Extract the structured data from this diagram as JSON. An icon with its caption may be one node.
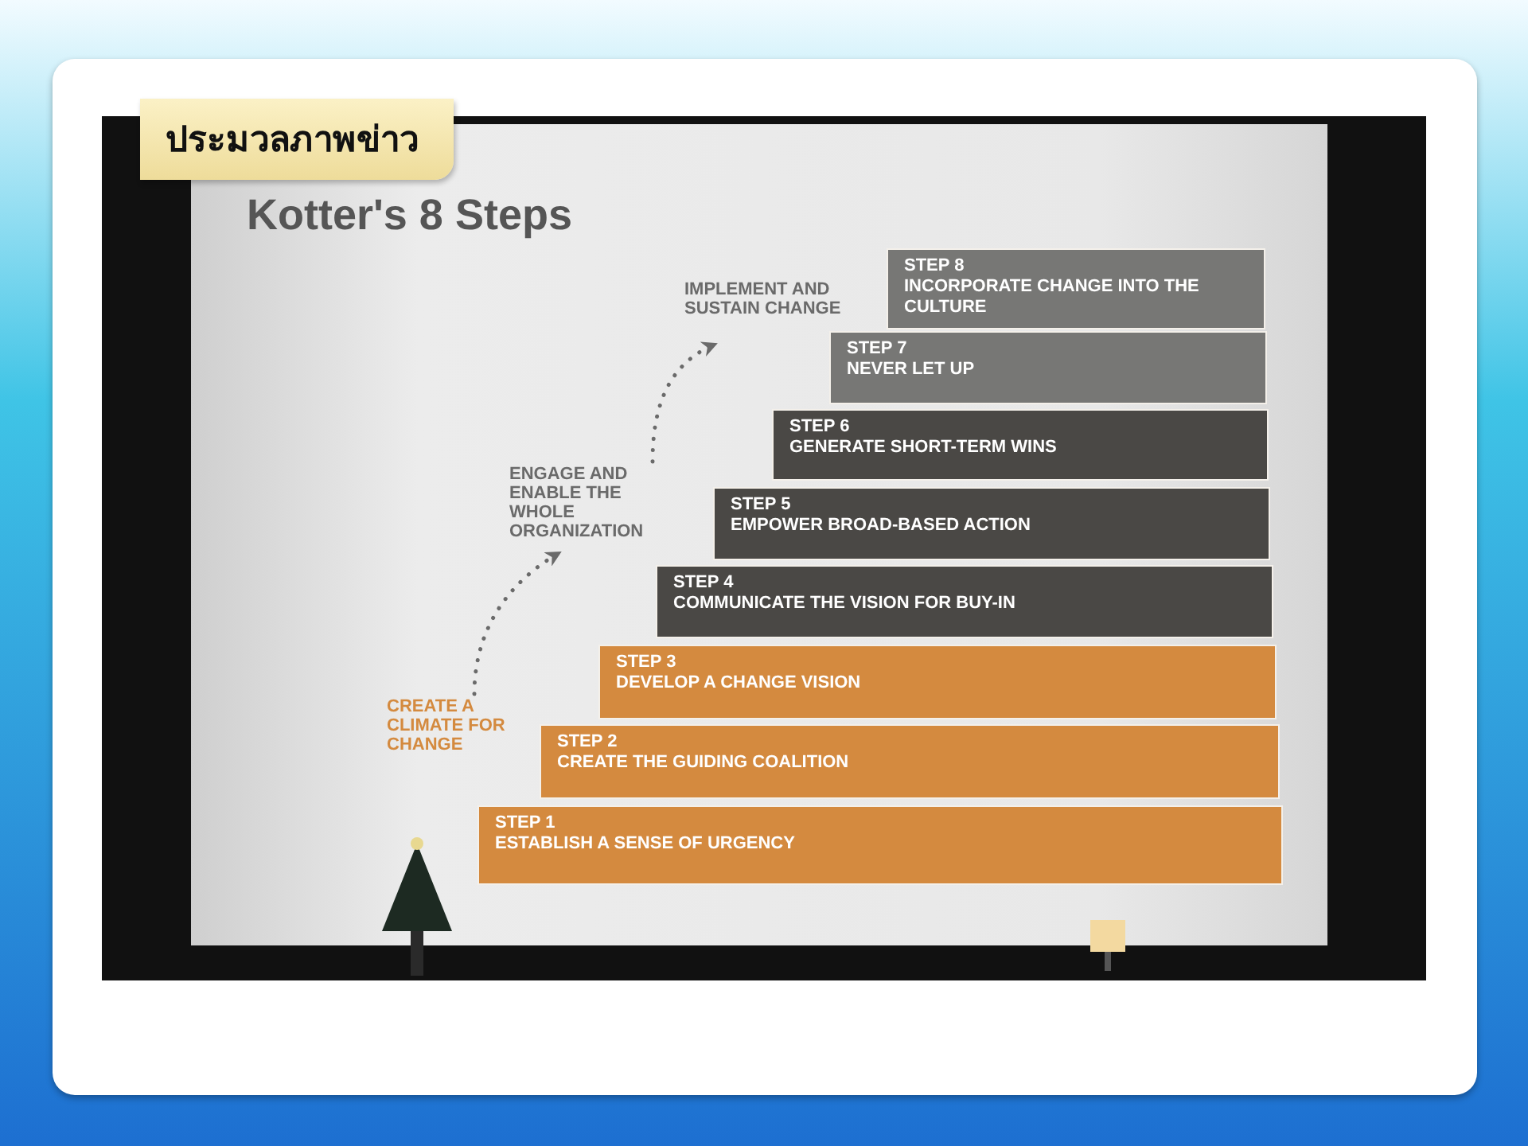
{
  "diagram": {
    "title": "Kotter's 8 Steps",
    "nodes": [
      {
        "text": [
          "STEP 1",
          "ESTABLISH A SENSE OF URGENCY"
        ]
      },
      {
        "text": [
          "STEP 2",
          "CREATE THE GUIDING COALITION"
        ]
      },
      {
        "text": [
          "STEP 3",
          "DEVELOP A CHANGE VISION"
        ]
      },
      {
        "text": [
          "STEP 4",
          "COMMUNICATE THE VISION FOR BUY-IN"
        ]
      },
      {
        "text": [
          "STEP 5",
          "EMPOWER BROAD-BASED ACTION"
        ]
      },
      {
        "text": [
          "STEP 6",
          "GENERATE SHORT-TERM WINS"
        ]
      },
      {
        "text": [
          "STEP 7",
          "NEVER LET UP"
        ]
      },
      {
        "text": [
          "STEP 8",
          "INCORPORATE CHANGE INTO THE CULTURE"
        ]
      },
      {
        "text": [
          "CREATE A CLIMATE FOR CHANGE"
        ]
      },
      {
        "text": [
          "ENGAGE AND ENABLE THE WHOLE ORGANIZATION"
        ]
      },
      {
        "text": [
          "IMPLEMENT AND SUSTAIN CHANGE"
        ]
      }
    ],
    "edges": [
      {
        "from": 8,
        "to": 9,
        "arrow": "to",
        "style": "dashed"
      },
      {
        "from": 9,
        "to": 10,
        "arrow": "to",
        "style": "dashed"
      }
    ],
    "labels": [
      "ประมวลภาพข่าว"
    ]
  }
}
